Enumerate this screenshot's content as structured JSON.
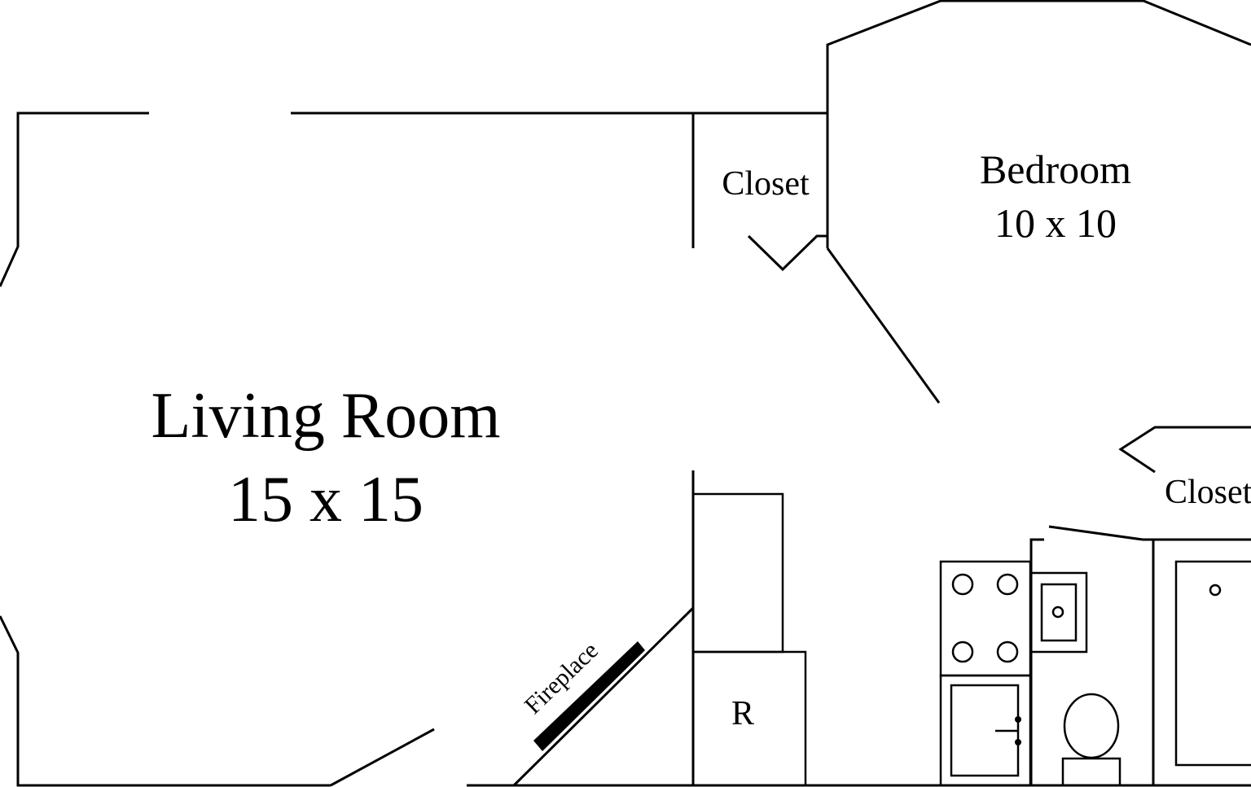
{
  "rooms": {
    "living_room": {
      "name": "Living Room",
      "size": "15 x 15"
    },
    "bedroom": {
      "name": "Bedroom",
      "size": "10 x 10"
    }
  },
  "labels": {
    "closet_upper": "Closet",
    "closet_lower": "Closet",
    "fireplace": "Fireplace",
    "refrigerator": "R"
  },
  "colors": {
    "line": "#000000",
    "background": "#ffffff"
  }
}
